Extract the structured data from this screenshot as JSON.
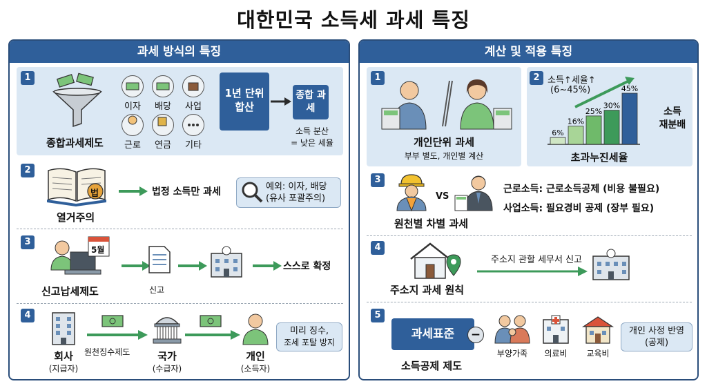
{
  "title": "대한민국 소득세 과세 특징",
  "left": {
    "heading": "과세 방식의 특징",
    "s1": {
      "num": "1",
      "label": "종합과세제도",
      "types": [
        "이자",
        "배당",
        "사업",
        "근로",
        "연금",
        "기타"
      ],
      "unit_box": "1년 단위 합산",
      "result_box": "종합 과세",
      "note_line1": "소득 분산",
      "note_line2": "= 낮은 세율"
    },
    "s2": {
      "num": "2",
      "label": "열거주의",
      "book_badge": "법",
      "arrow_text": "법정 소득만 과세",
      "note_line1": "예외: 이자, 배당",
      "note_line2": "(유사 포괄주의)"
    },
    "s3": {
      "num": "3",
      "label": "신고납세제도",
      "calendar": "5월",
      "doc_label": "신고",
      "result": "스스로 확정"
    },
    "s4": {
      "num": "4",
      "company": "회사",
      "company_sub": "(지급자)",
      "flow_label": "원천징수제도",
      "state": "국가",
      "state_sub": "(수급자)",
      "person": "개인",
      "person_sub": "(소득자)",
      "note_line1": "미리 징수,",
      "note_line2": "조세 포탈 방지"
    }
  },
  "right": {
    "heading": "계산 및 적용 특징",
    "s1": {
      "num": "1",
      "label": "개인단위 과세",
      "sub": "부부 별도, 개인별 계산"
    },
    "s2": {
      "num": "2",
      "label": "초과누진세율",
      "note_line1": "소득↑세율↑",
      "note_line2": "(6~45%)",
      "side_line1": "소득",
      "side_line2": "재분배"
    },
    "s3": {
      "num": "3",
      "vs": "VS",
      "label": "원천별 차별 과세",
      "line1": "근로소득: 근로소득공제 (비용 불필요)",
      "line2": "사업소득: 필요경비 공제 (장부 필요)"
    },
    "s4": {
      "num": "4",
      "arrow_text": "주소지 관할 세무서 신고",
      "label": "주소지 과세 원칙"
    },
    "s5": {
      "num": "5",
      "box": "과세표준",
      "minus": "−",
      "items": [
        "부양가족",
        "의료비",
        "교육비"
      ],
      "note_line1": "개인 사정 반영",
      "note_line2": "(공제)",
      "label": "소득공제 제도"
    }
  },
  "chart_data": {
    "type": "bar",
    "categories": [
      "6%",
      "16%",
      "25%",
      "30%",
      "45%"
    ],
    "values": [
      6,
      16,
      25,
      30,
      45
    ],
    "title": "초과누진세율",
    "colors": [
      "#cfe6c4",
      "#a8d597",
      "#6fba6a",
      "#3d9a5a",
      "#2f5f9a"
    ]
  }
}
